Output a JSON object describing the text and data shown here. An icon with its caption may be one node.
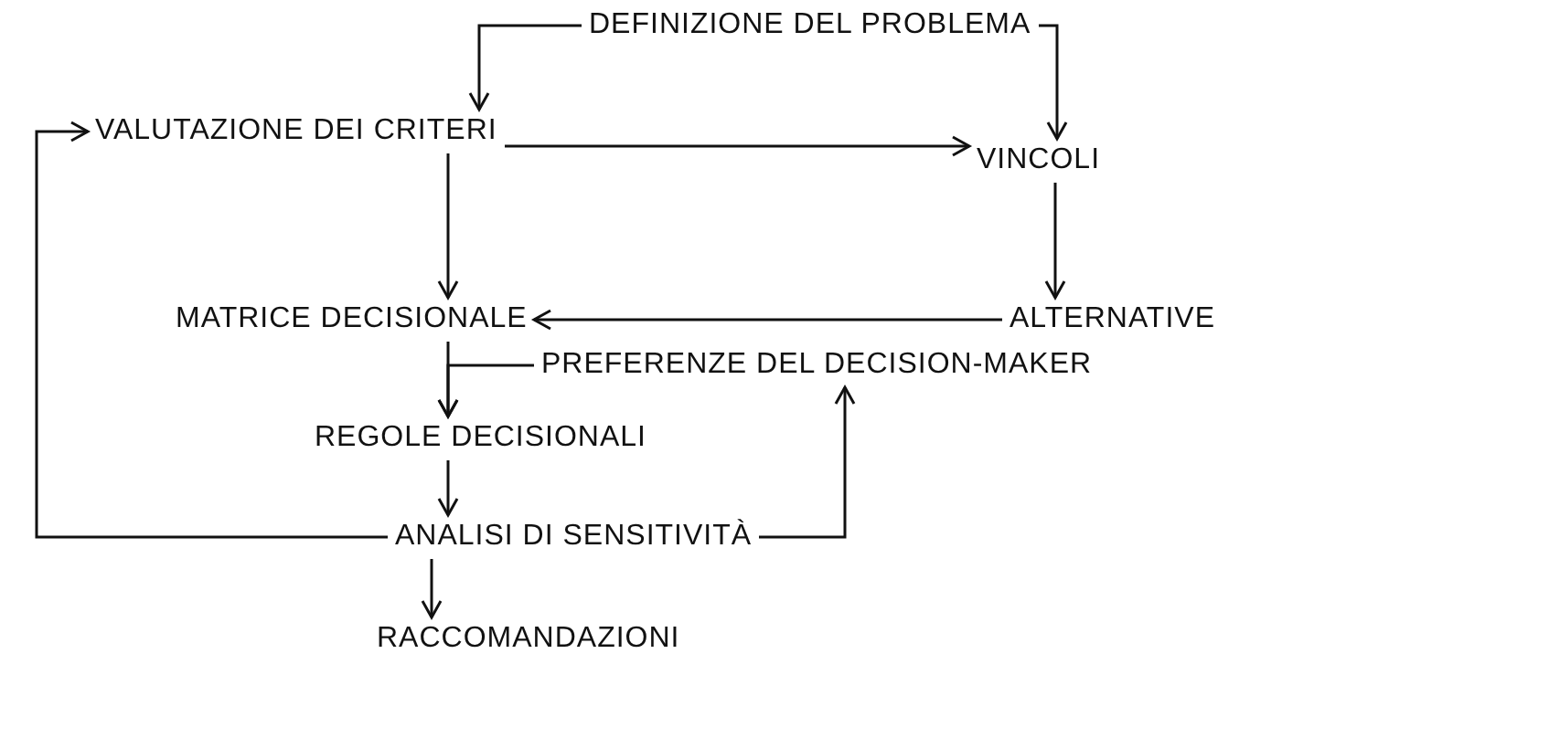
{
  "diagram": {
    "nodes": [
      {
        "text": [
          "DEFINIZIONE DEL PROBLEMA"
        ]
      },
      {
        "text": [
          "VALUTAZIONE DEI CRITERI"
        ]
      },
      {
        "text": [
          "VINCOLI"
        ]
      },
      {
        "text": [
          "MATRICE DECISIONALE"
        ]
      },
      {
        "text": [
          "ALTERNATIVE"
        ]
      },
      {
        "text": [
          "PREFERENZE DEL DECISION-MAKER"
        ]
      },
      {
        "text": [
          "REGOLE DECISIONALI"
        ]
      },
      {
        "text": [
          "ANALISI DI SENSITIVITÀ"
        ]
      },
      {
        "text": [
          "RACCOMANDAZIONI"
        ]
      }
    ],
    "edges": [
      {
        "from": 0,
        "to": 1,
        "arrow": "to"
      },
      {
        "from": 0,
        "to": 2,
        "arrow": "to"
      },
      {
        "from": 1,
        "to": 2,
        "arrow": "to"
      },
      {
        "from": 2,
        "to": 4,
        "arrow": "to"
      },
      {
        "from": 4,
        "to": 3,
        "arrow": "to"
      },
      {
        "from": 1,
        "to": 3,
        "arrow": "to"
      },
      {
        "from": 5,
        "to": 6,
        "arrow": "to"
      },
      {
        "from": 3,
        "to": 6,
        "arrow": "to"
      },
      {
        "from": 6,
        "to": 7,
        "arrow": "to"
      },
      {
        "from": 7,
        "to": 5,
        "arrow": "to"
      },
      {
        "from": 7,
        "to": 1,
        "arrow": "to"
      },
      {
        "from": 7,
        "to": 8,
        "arrow": "to"
      }
    ]
  }
}
